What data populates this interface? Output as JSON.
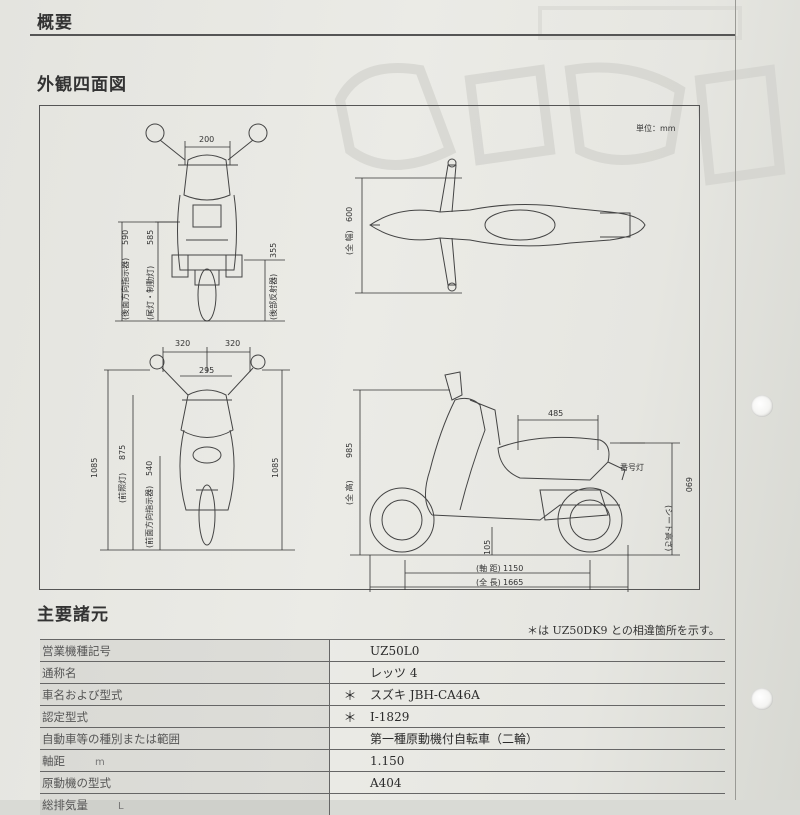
{
  "header": {
    "title": "概要"
  },
  "diagram": {
    "title": "外観四面図",
    "unit": "単位：mm"
  },
  "dimensions": {
    "rear_width_mirror": "200",
    "rear_indicator_height": "590",
    "rear_tail_height": "585",
    "rear_reflector_height": "355",
    "rear_indicator_label": "(後面方向指示器)",
    "rear_tail_label": "(尾灯・制動灯)",
    "rear_reflector_label": "(後部反射器)",
    "top_width": "600",
    "top_width_label": "(全 幅)",
    "front_half_left": "320",
    "front_half_right": "320",
    "front_indicator_span": "295",
    "front_overall_height_left": "1085",
    "front_headlight_height": "875",
    "front_indicator_height": "540",
    "front_overall_height_right": "1085",
    "front_headlight_label": "(前照灯)",
    "front_indicator_label": "(前面方向指示器)",
    "side_height": "985",
    "side_height_label": "(全 高)",
    "side_seat_length": "485",
    "side_plate_lamp": "番号灯",
    "side_seat_height": "690",
    "side_seat_height_label": "(シート高さ)",
    "side_ground_clearance": "105",
    "side_wheelbase": "1150",
    "side_wheelbase_label": "(軸 距)",
    "side_length": "1665",
    "side_length_label": "(全 長)"
  },
  "specs": {
    "title": "主要諸元",
    "note": "＊は UZ50DK9 との相違箇所を示す。",
    "rows": [
      {
        "label": "営業機種記号",
        "mark": "",
        "value": "UZ50L0",
        "unit": ""
      },
      {
        "label": "通称名",
        "mark": "",
        "value": "レッツ 4",
        "unit": ""
      },
      {
        "label": "車名および型式",
        "mark": "＊",
        "value": "スズキ JBH-CA46A",
        "unit": ""
      },
      {
        "label": "認定型式",
        "mark": "＊",
        "value": "I-1829",
        "unit": ""
      },
      {
        "label": "自動車等の種別または範囲",
        "mark": "",
        "value": "第一種原動機付自転車（二輪）",
        "unit": ""
      },
      {
        "label": "軸距",
        "mark": "",
        "value": "1.150",
        "unit": "m"
      },
      {
        "label": "原動機の型式",
        "mark": "",
        "value": "A404",
        "unit": ""
      },
      {
        "label": "総排気量",
        "mark": "",
        "value": "",
        "unit": "L"
      }
    ]
  },
  "colors": {
    "paper": "#e7e7e2",
    "ink": "#2b2b2b",
    "line": "#555555"
  }
}
